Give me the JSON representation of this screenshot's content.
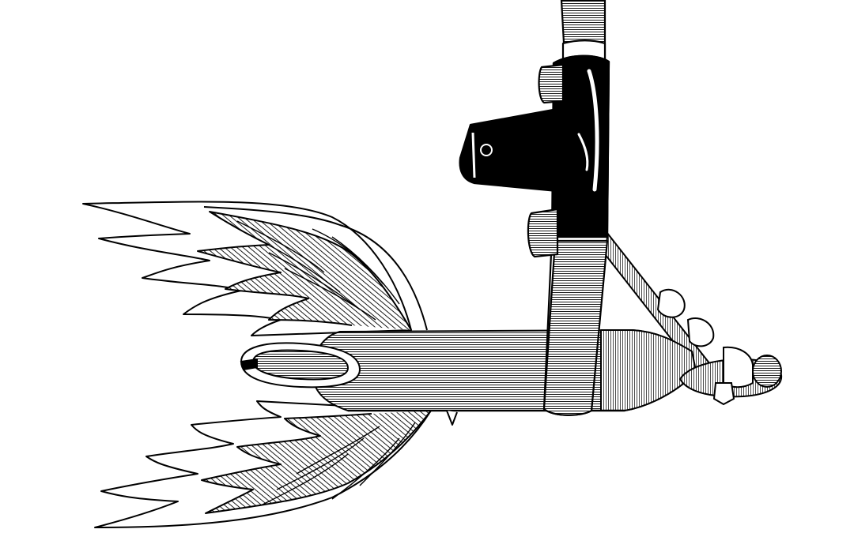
{
  "illustration": {
    "subject": "",
    "colors": {
      "ink": "#000000",
      "paper": "#ffffff",
      "shade": "#d9d9d9"
    },
    "parts": [
      "wing-upper",
      "wing-lower",
      "deck",
      "rear-wheel",
      "front-wheel",
      "handlebar-stem",
      "clamp-block",
      "brake-arm"
    ]
  }
}
